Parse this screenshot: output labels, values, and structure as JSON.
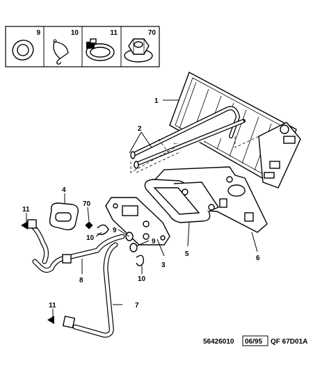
{
  "legend": [
    {
      "num": "9",
      "icon": "seal-ring-icon"
    },
    {
      "num": "10",
      "icon": "spring-clip-icon"
    },
    {
      "num": "11",
      "icon": "hose-clamp-icon"
    },
    {
      "num": "70",
      "icon": "flange-nut-icon"
    }
  ],
  "callouts": {
    "c1": "1",
    "c2": "2",
    "c3": "3",
    "c4": "4",
    "c5": "5",
    "c6": "6",
    "c7": "7",
    "c8": "8",
    "c9a": "9",
    "c9b": "9",
    "c10a": "10",
    "c10b": "10",
    "c11a": "11",
    "c11b": "11",
    "c70": "70"
  },
  "reference": {
    "code": "56426010",
    "date": "06/95",
    "suffix": "QF 67D01A"
  }
}
